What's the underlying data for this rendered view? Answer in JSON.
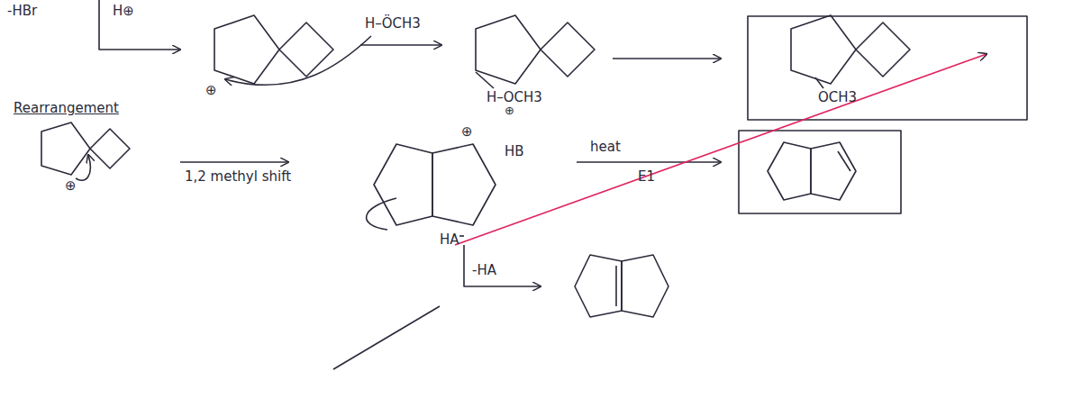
{
  "diagram": {
    "labels": [
      "-HBr",
      "H⊕",
      "⊕",
      "H–ÖCH3",
      "H–OCH3",
      "⊕",
      "OCH3",
      "Rearrangement",
      "⊕",
      "1,2 methyl shift",
      "⊕",
      "HB",
      "heat",
      "E1",
      "HA",
      "-HA"
    ]
  }
}
